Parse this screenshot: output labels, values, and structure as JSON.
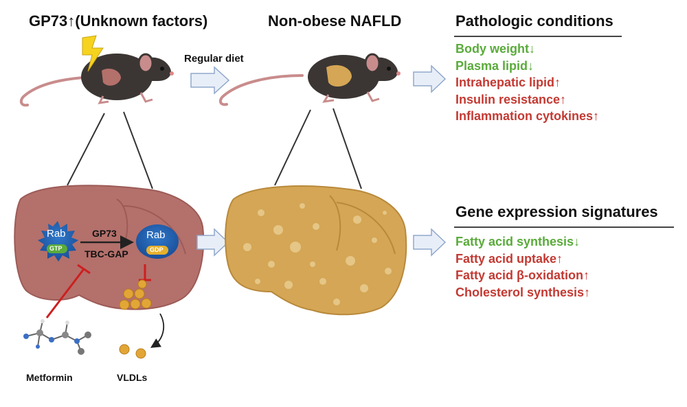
{
  "headers": {
    "left": "GP73↑(Unknown factors)",
    "middle": "Non-obese NAFLD",
    "pathologic": "Pathologic conditions",
    "gene": "Gene expression signatures"
  },
  "regular_diet": "Regular diet",
  "pathologic_items": [
    {
      "text": "Body weight↓",
      "color": "#5aab3b"
    },
    {
      "text": "Plasma lipid↓",
      "color": "#5aab3b"
    },
    {
      "text": "Intrahepatic lipid↑",
      "color": "#c33a33"
    },
    {
      "text": "Insulin resistance↑",
      "color": "#c33a33"
    },
    {
      "text": "Inflammation cytokines↑",
      "color": "#c33a33"
    }
  ],
  "gene_items": [
    {
      "text": "Fatty acid synthesis↓",
      "color": "#5aab3b"
    },
    {
      "text": "Fatty acid uptake↑",
      "color": "#c33a33"
    },
    {
      "text": "Fatty acid β-oxidation↑",
      "color": "#c33a33"
    },
    {
      "text": "Cholesterol synthesis↑",
      "color": "#c33a33"
    }
  ],
  "mechanism": {
    "rab_gtp_label": "Rab",
    "gtp_label": "GTP",
    "rab_gdp_label": "Rab",
    "gdp_label": "GDP",
    "gp73_label": "GP73",
    "tbc_gap_label": "TBC-GAP"
  },
  "metformin_label": "Metformin",
  "vldls_label": "VLDLs",
  "colors": {
    "liver_red": "#b4706b",
    "liver_fatty": "#d4a655",
    "arrow_fill": "#e8eef8",
    "arrow_stroke": "#8fa8cc",
    "green": "#5aab3b",
    "red": "#c33a33",
    "inhibit": "#cc1f1f"
  }
}
